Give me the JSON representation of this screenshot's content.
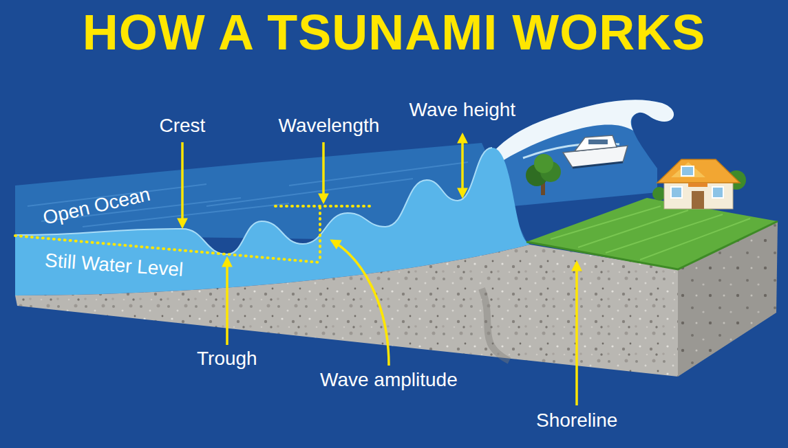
{
  "diagram": {
    "title": "HOW A TSUNAMI WORKS",
    "labels": [
      "Crest",
      "Wavelength",
      "Wave height",
      "Open Ocean",
      "Still Water Level",
      "Trough",
      "Wave amplitude",
      "Shoreline"
    ]
  }
}
